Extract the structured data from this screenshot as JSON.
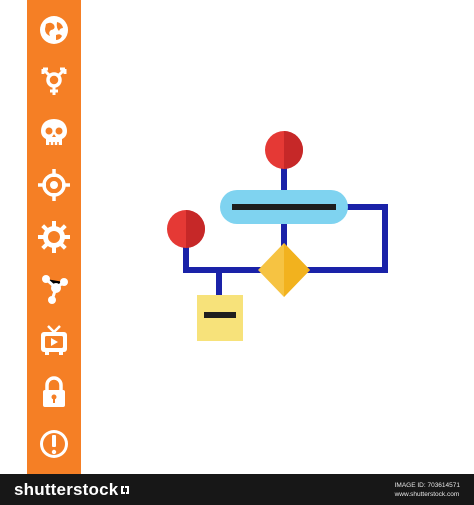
{
  "sidebar": {
    "color": "#f57f25",
    "icons": [
      "globe-icon",
      "gender-symbol-icon",
      "skull-icon",
      "crosshair-icon",
      "gear-icon",
      "molecule-icon",
      "tv-icon",
      "padlock-icon",
      "exclamation-icon"
    ]
  },
  "illustration": {
    "name": "flowchart-icon",
    "colors": {
      "circle": "#e53935",
      "pill": "#7fd3f0",
      "diamond": "#f6c342",
      "box": "#f7e27a",
      "line": "#1a22a8",
      "dash": "#1e1e1e"
    }
  },
  "footer": {
    "brand": "shutterstock",
    "image_id": "IMAGE ID: 703614571",
    "site": "www.shutterstock.com"
  }
}
